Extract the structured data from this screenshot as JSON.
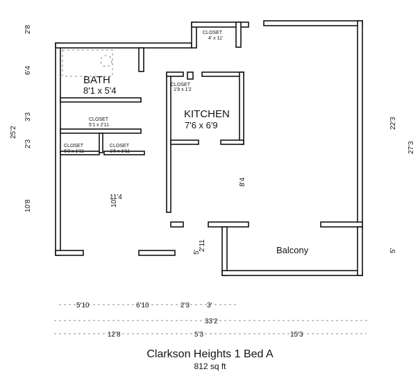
{
  "plan": {
    "title": "Clarkson Heights 1 Bed A",
    "area": "812 sq ft"
  },
  "rooms": {
    "bath": {
      "name": "BATH",
      "size": "8'1 x 5'4"
    },
    "kitchen": {
      "name": "KITCHEN",
      "size": "7'6 x 6'9"
    },
    "closet_top": {
      "name": "CLOSET",
      "size": "4' x 11'"
    },
    "closet_kitchen": {
      "name": "CLOSET",
      "size": "1'9 x 1'2"
    },
    "closet_mid": {
      "name": "CLOSET",
      "size": "5'1 x 2'11"
    },
    "closet_left": {
      "name": "CLOSET",
      "size": "6'3 x 1'11"
    },
    "closet_right": {
      "name": "CLOSET",
      "size": "1'6 x 1'11"
    },
    "bedroom": {
      "size_a": "11'4",
      "size_b": "10'"
    },
    "living": {
      "size": "8'4"
    },
    "balcony": {
      "name": "Balcony"
    }
  },
  "dimensions": {
    "left": [
      "2'8",
      "6'4",
      "3'3",
      "2'3",
      "10'8"
    ],
    "left_total": "25'2",
    "right_a": "22'3",
    "right_b": "27'3",
    "right_balcony": "5'",
    "entry_a": "5'",
    "entry_b": "2'11",
    "bottom_row1": [
      "5'10",
      "6'10",
      "2'3",
      "3'"
    ],
    "bottom_total": "33'2",
    "bottom_row3": [
      "12'8",
      "5'3",
      "15'3"
    ]
  }
}
